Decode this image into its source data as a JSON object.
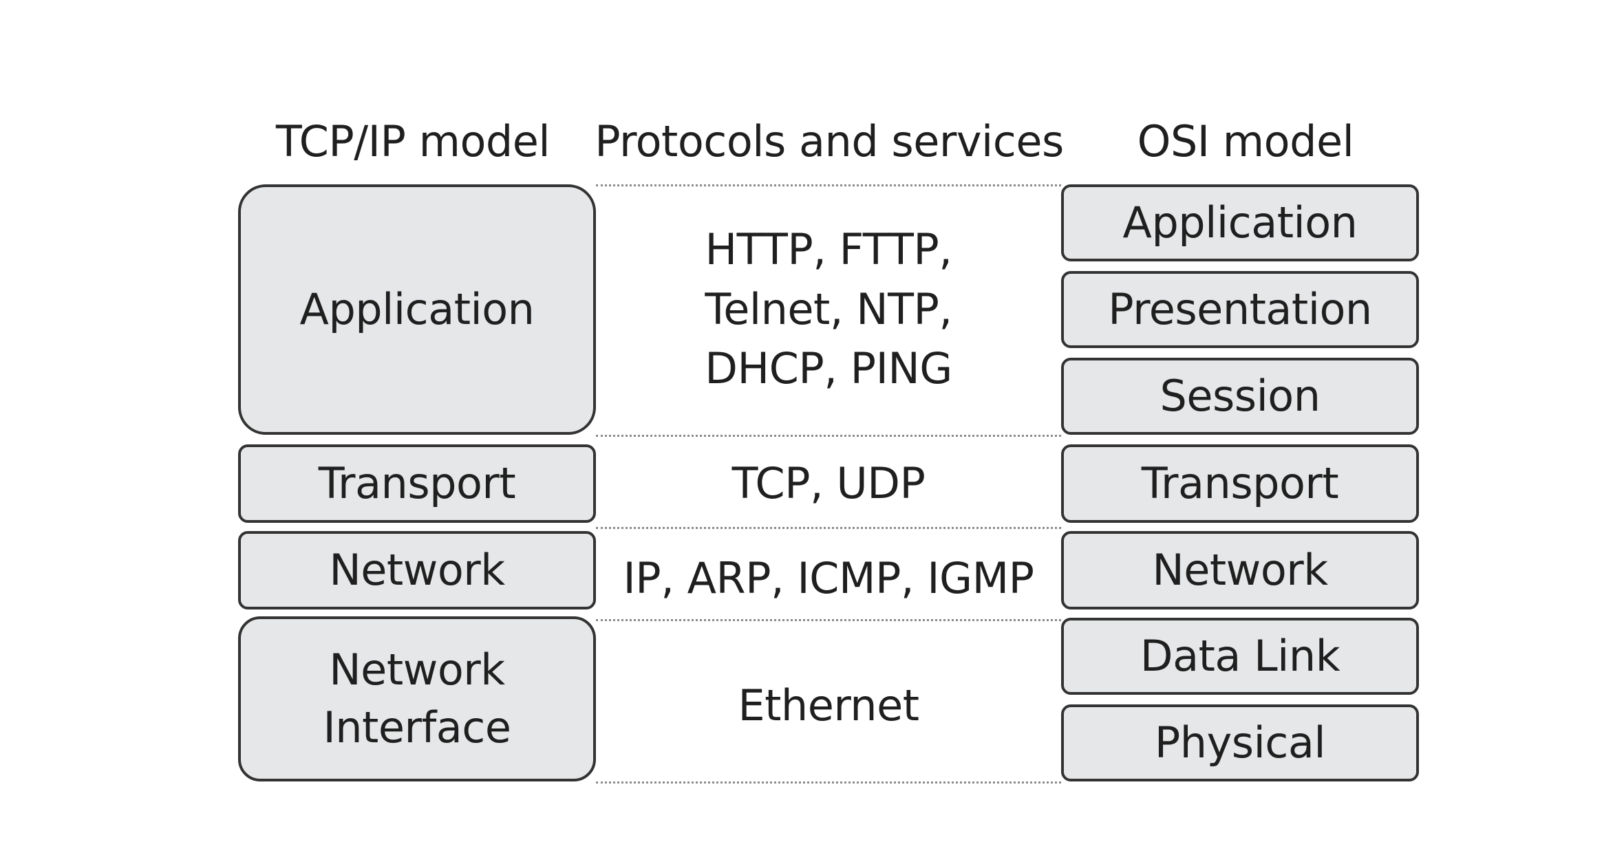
{
  "headers": {
    "tcpip": "TCP/IP model",
    "protocols": "Protocols and services",
    "osi": "OSI model"
  },
  "tcpip_layers": [
    {
      "label": "Application"
    },
    {
      "label": "Transport"
    },
    {
      "label": "Network"
    },
    {
      "label": "Network\nInterface"
    }
  ],
  "protocols": [
    {
      "label": "HTTP, FTTP,\nTelnet, NTP,\nDHCP, PING"
    },
    {
      "label": "TCP, UDP"
    },
    {
      "label": "IP, ARP, ICMP, IGMP"
    },
    {
      "label": "Ethernet"
    }
  ],
  "osi_layers": [
    {
      "label": "Application"
    },
    {
      "label": "Presentation"
    },
    {
      "label": "Session"
    },
    {
      "label": "Transport"
    },
    {
      "label": "Network"
    },
    {
      "label": "Data Link"
    },
    {
      "label": "Physical"
    }
  ],
  "colors": {
    "box_fill": "#e6e7e8",
    "box_border": "#333333",
    "divider": "#8a8a8a"
  }
}
